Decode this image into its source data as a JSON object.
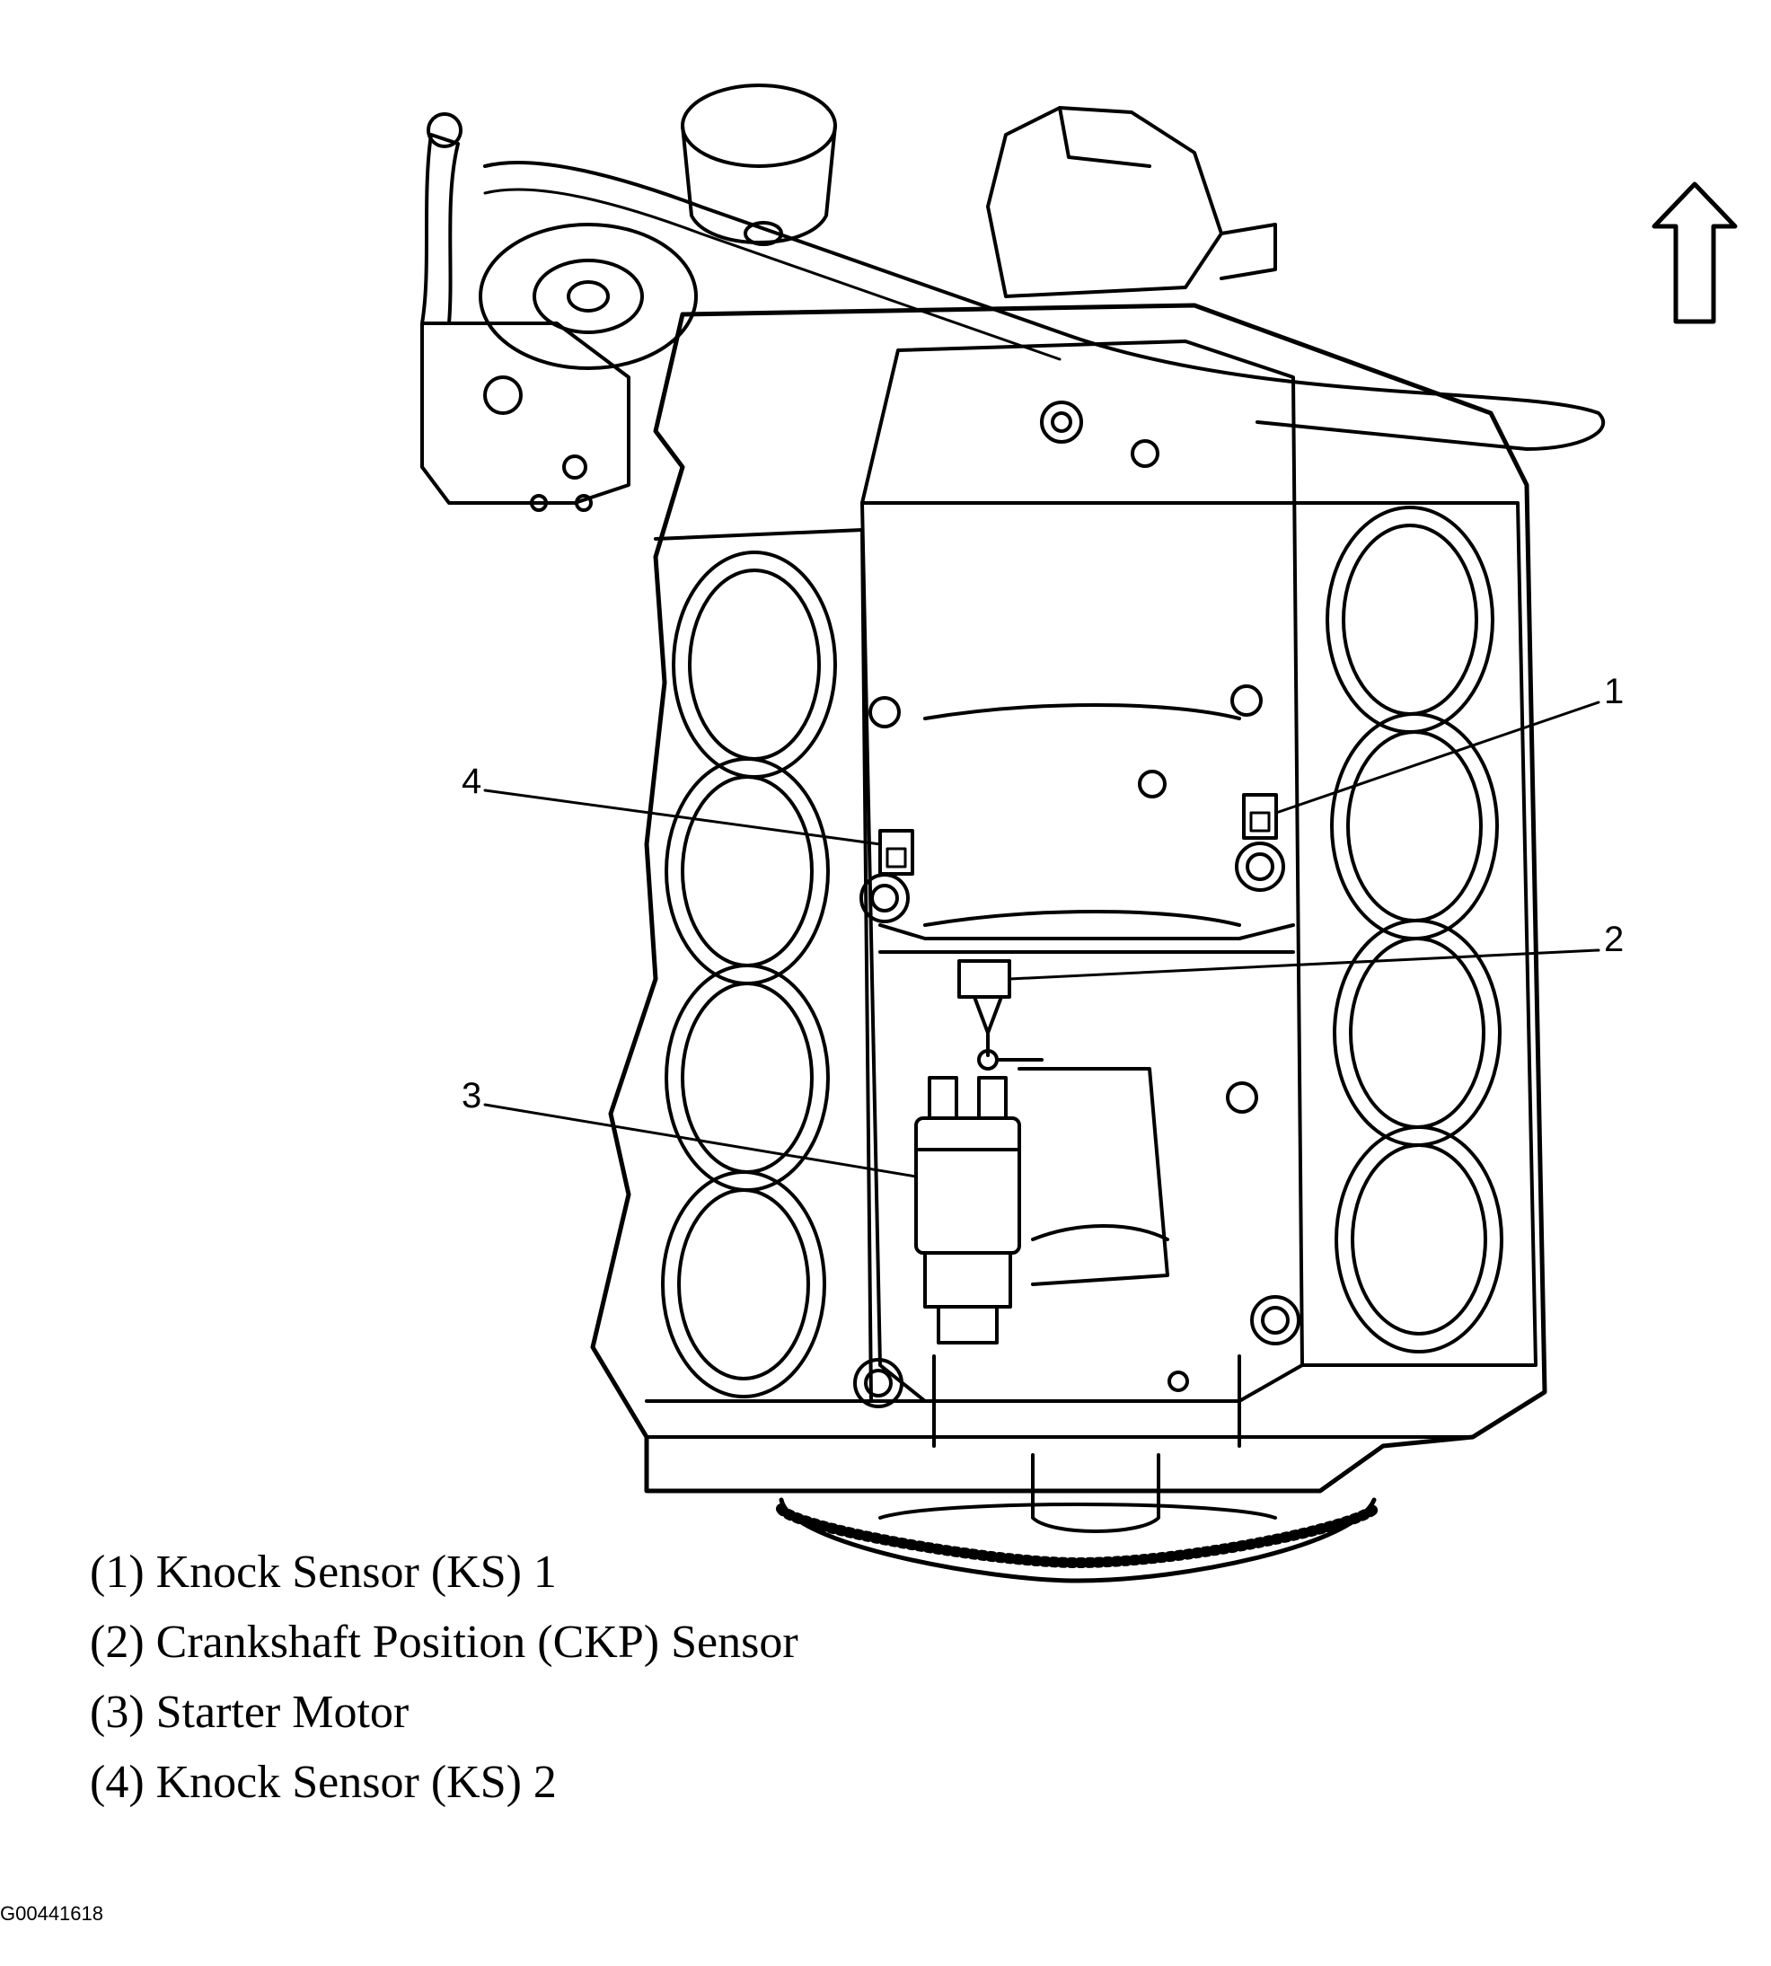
{
  "diagram": {
    "callouts": [
      {
        "num": "1",
        "label": "Knock Sensor (KS) 1"
      },
      {
        "num": "2",
        "label": "Crankshaft Position (CKP) Sensor"
      },
      {
        "num": "3",
        "label": "Starter Motor"
      },
      {
        "num": "4",
        "label": "Knock Sensor (KS) 2"
      }
    ],
    "legend": [
      "(1) Knock Sensor (KS) 1",
      "(2) Crankshaft Position (CKP) Sensor",
      "(3) Starter Motor",
      "(4) Knock Sensor (KS) 2"
    ],
    "figure_id": "G00441618",
    "orientation_icon": "up-arrow-icon"
  }
}
